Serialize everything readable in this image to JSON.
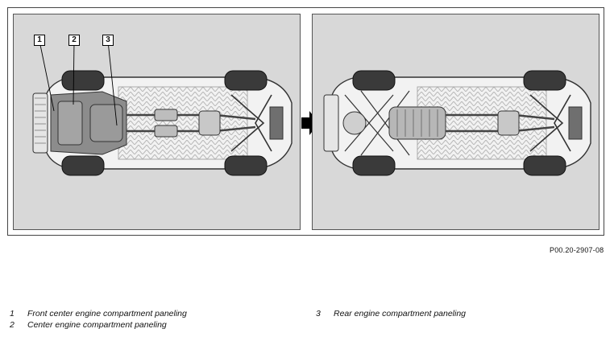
{
  "callouts": [
    "1",
    "2",
    "3"
  ],
  "figure_id": "P00.20-2907-08",
  "legend": [
    {
      "num": "1",
      "text": "Front center engine compartment paneling"
    },
    {
      "num": "2",
      "text": "Center engine compartment paneling"
    },
    {
      "num": "3",
      "text": "Rear engine compartment paneling"
    }
  ],
  "colors": {
    "panel_bg": "#d8d8d8",
    "arrow": "#000000"
  }
}
